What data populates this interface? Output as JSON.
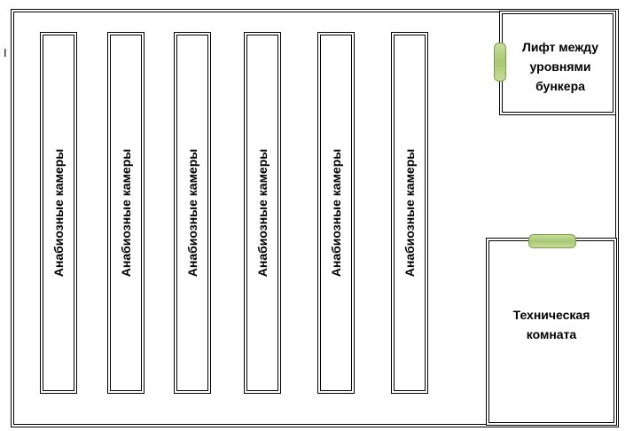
{
  "marker": "I",
  "chambers": [
    {
      "label": "Анабиозные камеры"
    },
    {
      "label": "Анабиозные камеры"
    },
    {
      "label": "Анабиозные камеры"
    },
    {
      "label": "Анабиозные камеры"
    },
    {
      "label": "Анабиозные камеры"
    },
    {
      "label": "Анабиозные камеры"
    }
  ],
  "lift": {
    "label": "Лифт между уровнями бункера"
  },
  "tech_room": {
    "label": "Техническая комната"
  },
  "colors": {
    "door_fill": "#a8c870",
    "door_stroke": "#7a9a4a",
    "wall": "#000000"
  }
}
